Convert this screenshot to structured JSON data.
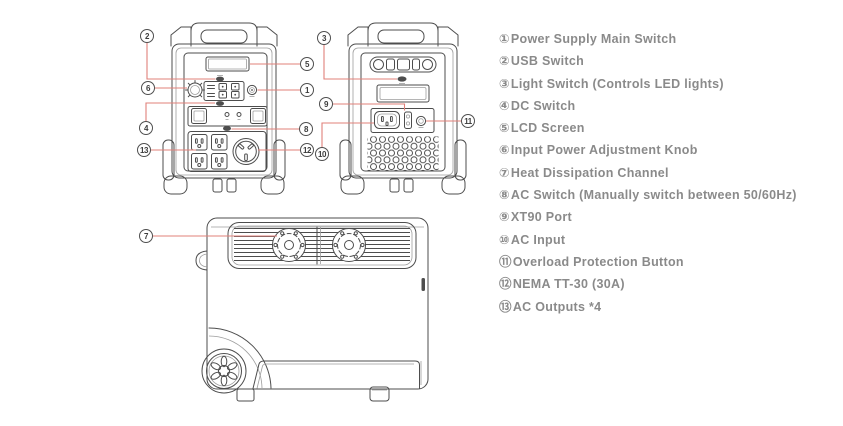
{
  "diagram": {
    "colors": {
      "line": "#4d4d4d",
      "leader": "#e0807a"
    },
    "callouts": {
      "c1": {
        "label": "1"
      },
      "c2": {
        "label": "2"
      },
      "c3": {
        "label": "3"
      },
      "c4": {
        "label": "4"
      },
      "c5": {
        "label": "5"
      },
      "c6": {
        "label": "6"
      },
      "c7": {
        "label": "7"
      },
      "c8": {
        "label": "8"
      },
      "c9": {
        "label": "9"
      },
      "c10": {
        "label": "10"
      },
      "c11": {
        "label": "11"
      },
      "c12": {
        "label": "12"
      },
      "c13": {
        "label": "13"
      }
    }
  },
  "legend": {
    "items": [
      {
        "num": "①",
        "label": "Power Supply Main Switch"
      },
      {
        "num": "②",
        "label": "USB Switch"
      },
      {
        "num": "③",
        "label": "Light Switch (Controls LED lights)"
      },
      {
        "num": "④",
        "label": "DC Switch"
      },
      {
        "num": "⑤",
        "label": "LCD Screen"
      },
      {
        "num": "⑥",
        "label": "Input Power Adjustment Knob"
      },
      {
        "num": "⑦",
        "label": "Heat Dissipation Channel"
      },
      {
        "num": "⑧",
        "label": "AC Switch (Manually switch between 50/60Hz)"
      },
      {
        "num": "⑨",
        "label": "XT90 Port"
      },
      {
        "num": "⑩",
        "label": "AC Input"
      },
      {
        "num": "⑪",
        "label": "Overload Protection Button"
      },
      {
        "num": "⑫",
        "label": "NEMA TT-30 (30A)"
      },
      {
        "num": "⑬",
        "label": "AC Outputs *4"
      }
    ]
  }
}
